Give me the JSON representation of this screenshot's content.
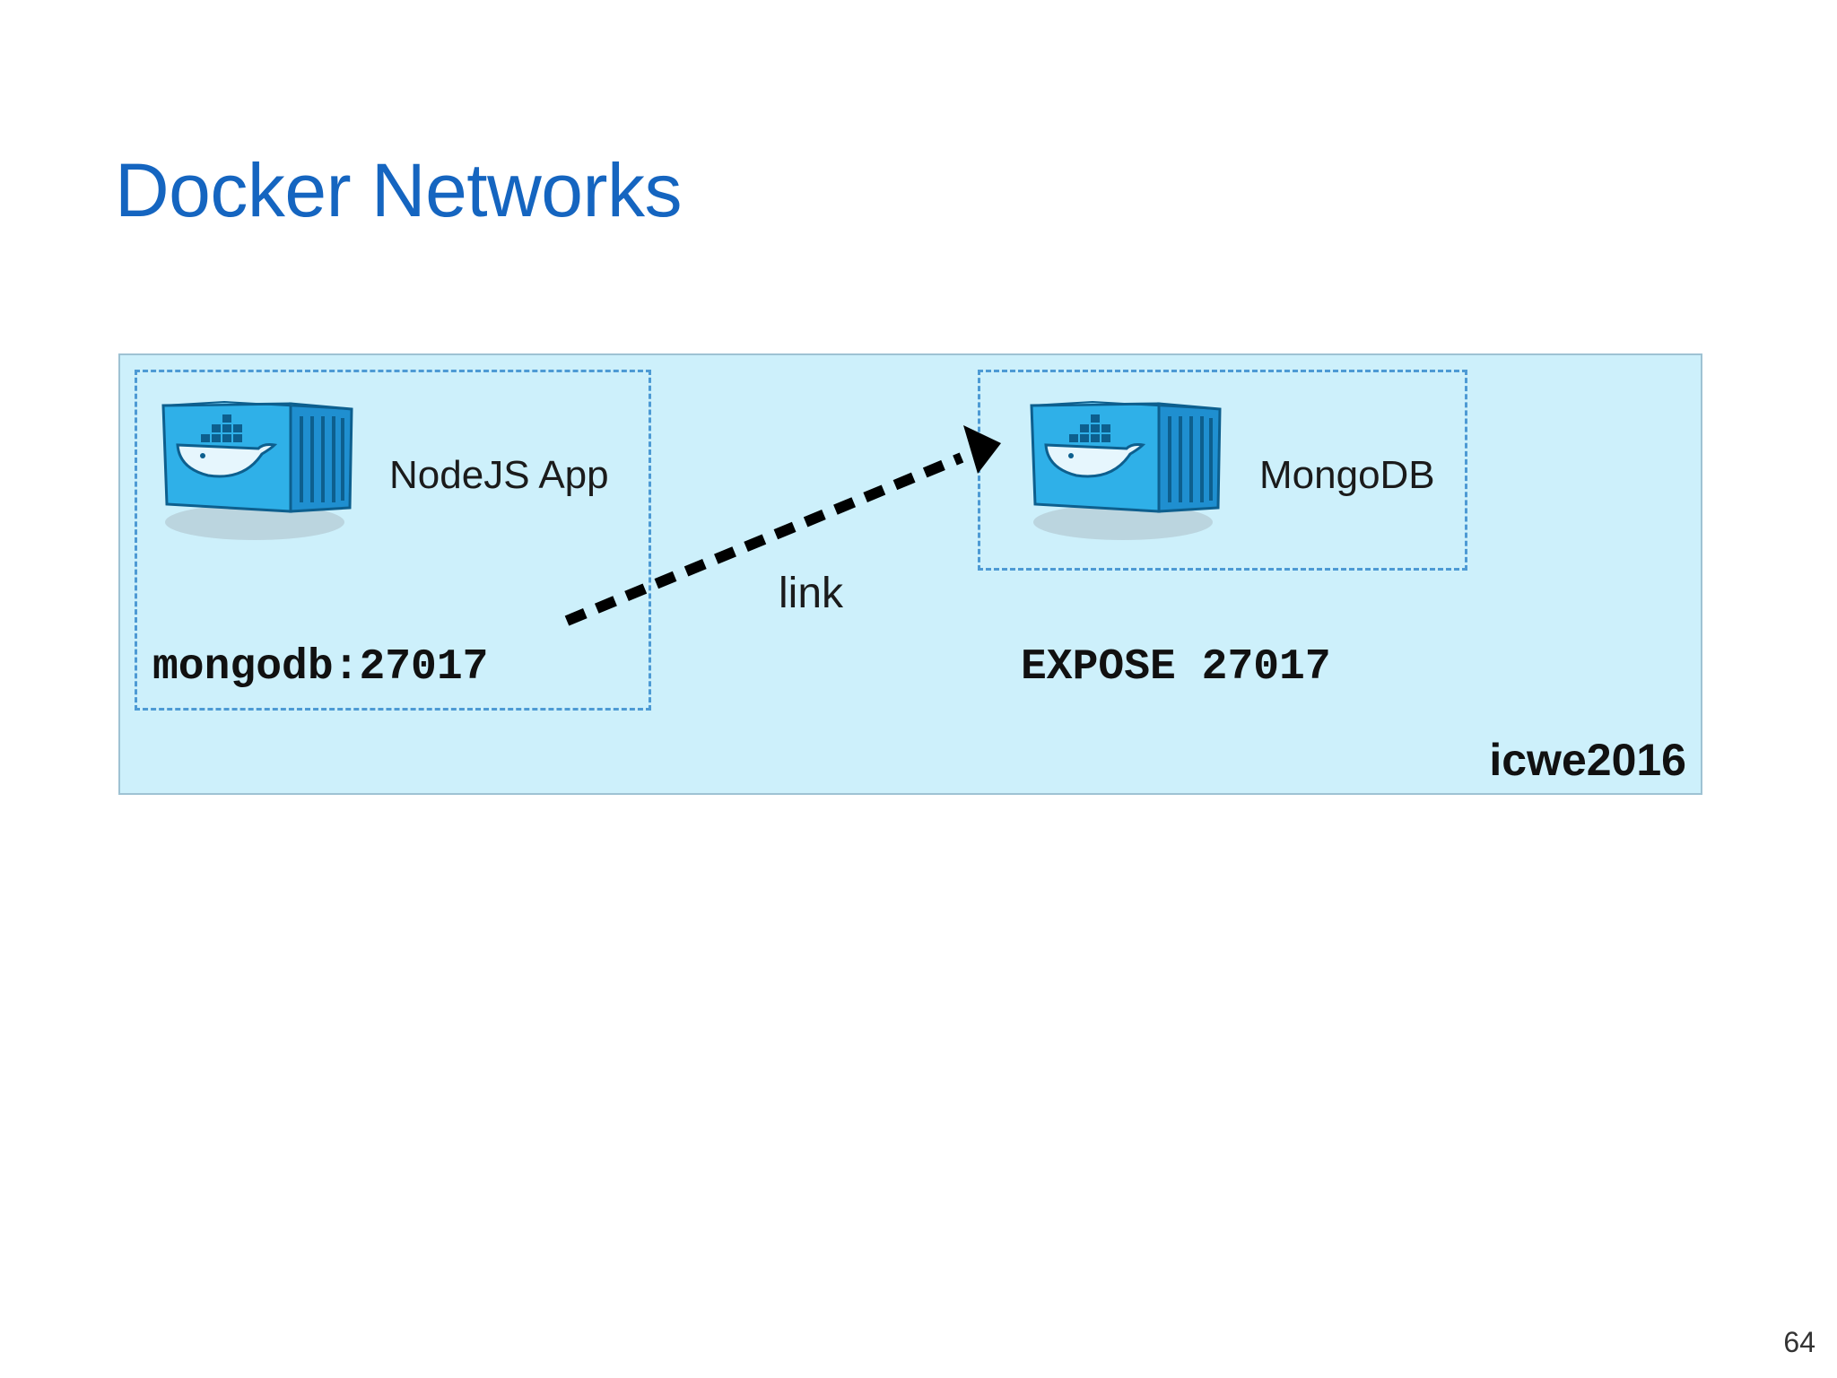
{
  "slide": {
    "title": "Docker Networks",
    "page_number": "64"
  },
  "network": {
    "name": "icwe2016"
  },
  "containers": [
    {
      "label": "NodeJS App",
      "code": "mongodb:27017",
      "icon": "docker-container-icon"
    },
    {
      "label": "MongoDB",
      "code": "EXPOSE 27017",
      "icon": "docker-container-icon"
    }
  ],
  "link": {
    "label": "link"
  },
  "colors": {
    "title": "#1565c0",
    "network_fill": "#cdf0fb",
    "container_border": "#4d9ad4",
    "arrow": "#000000",
    "container_blue": "#2fb0e8"
  }
}
